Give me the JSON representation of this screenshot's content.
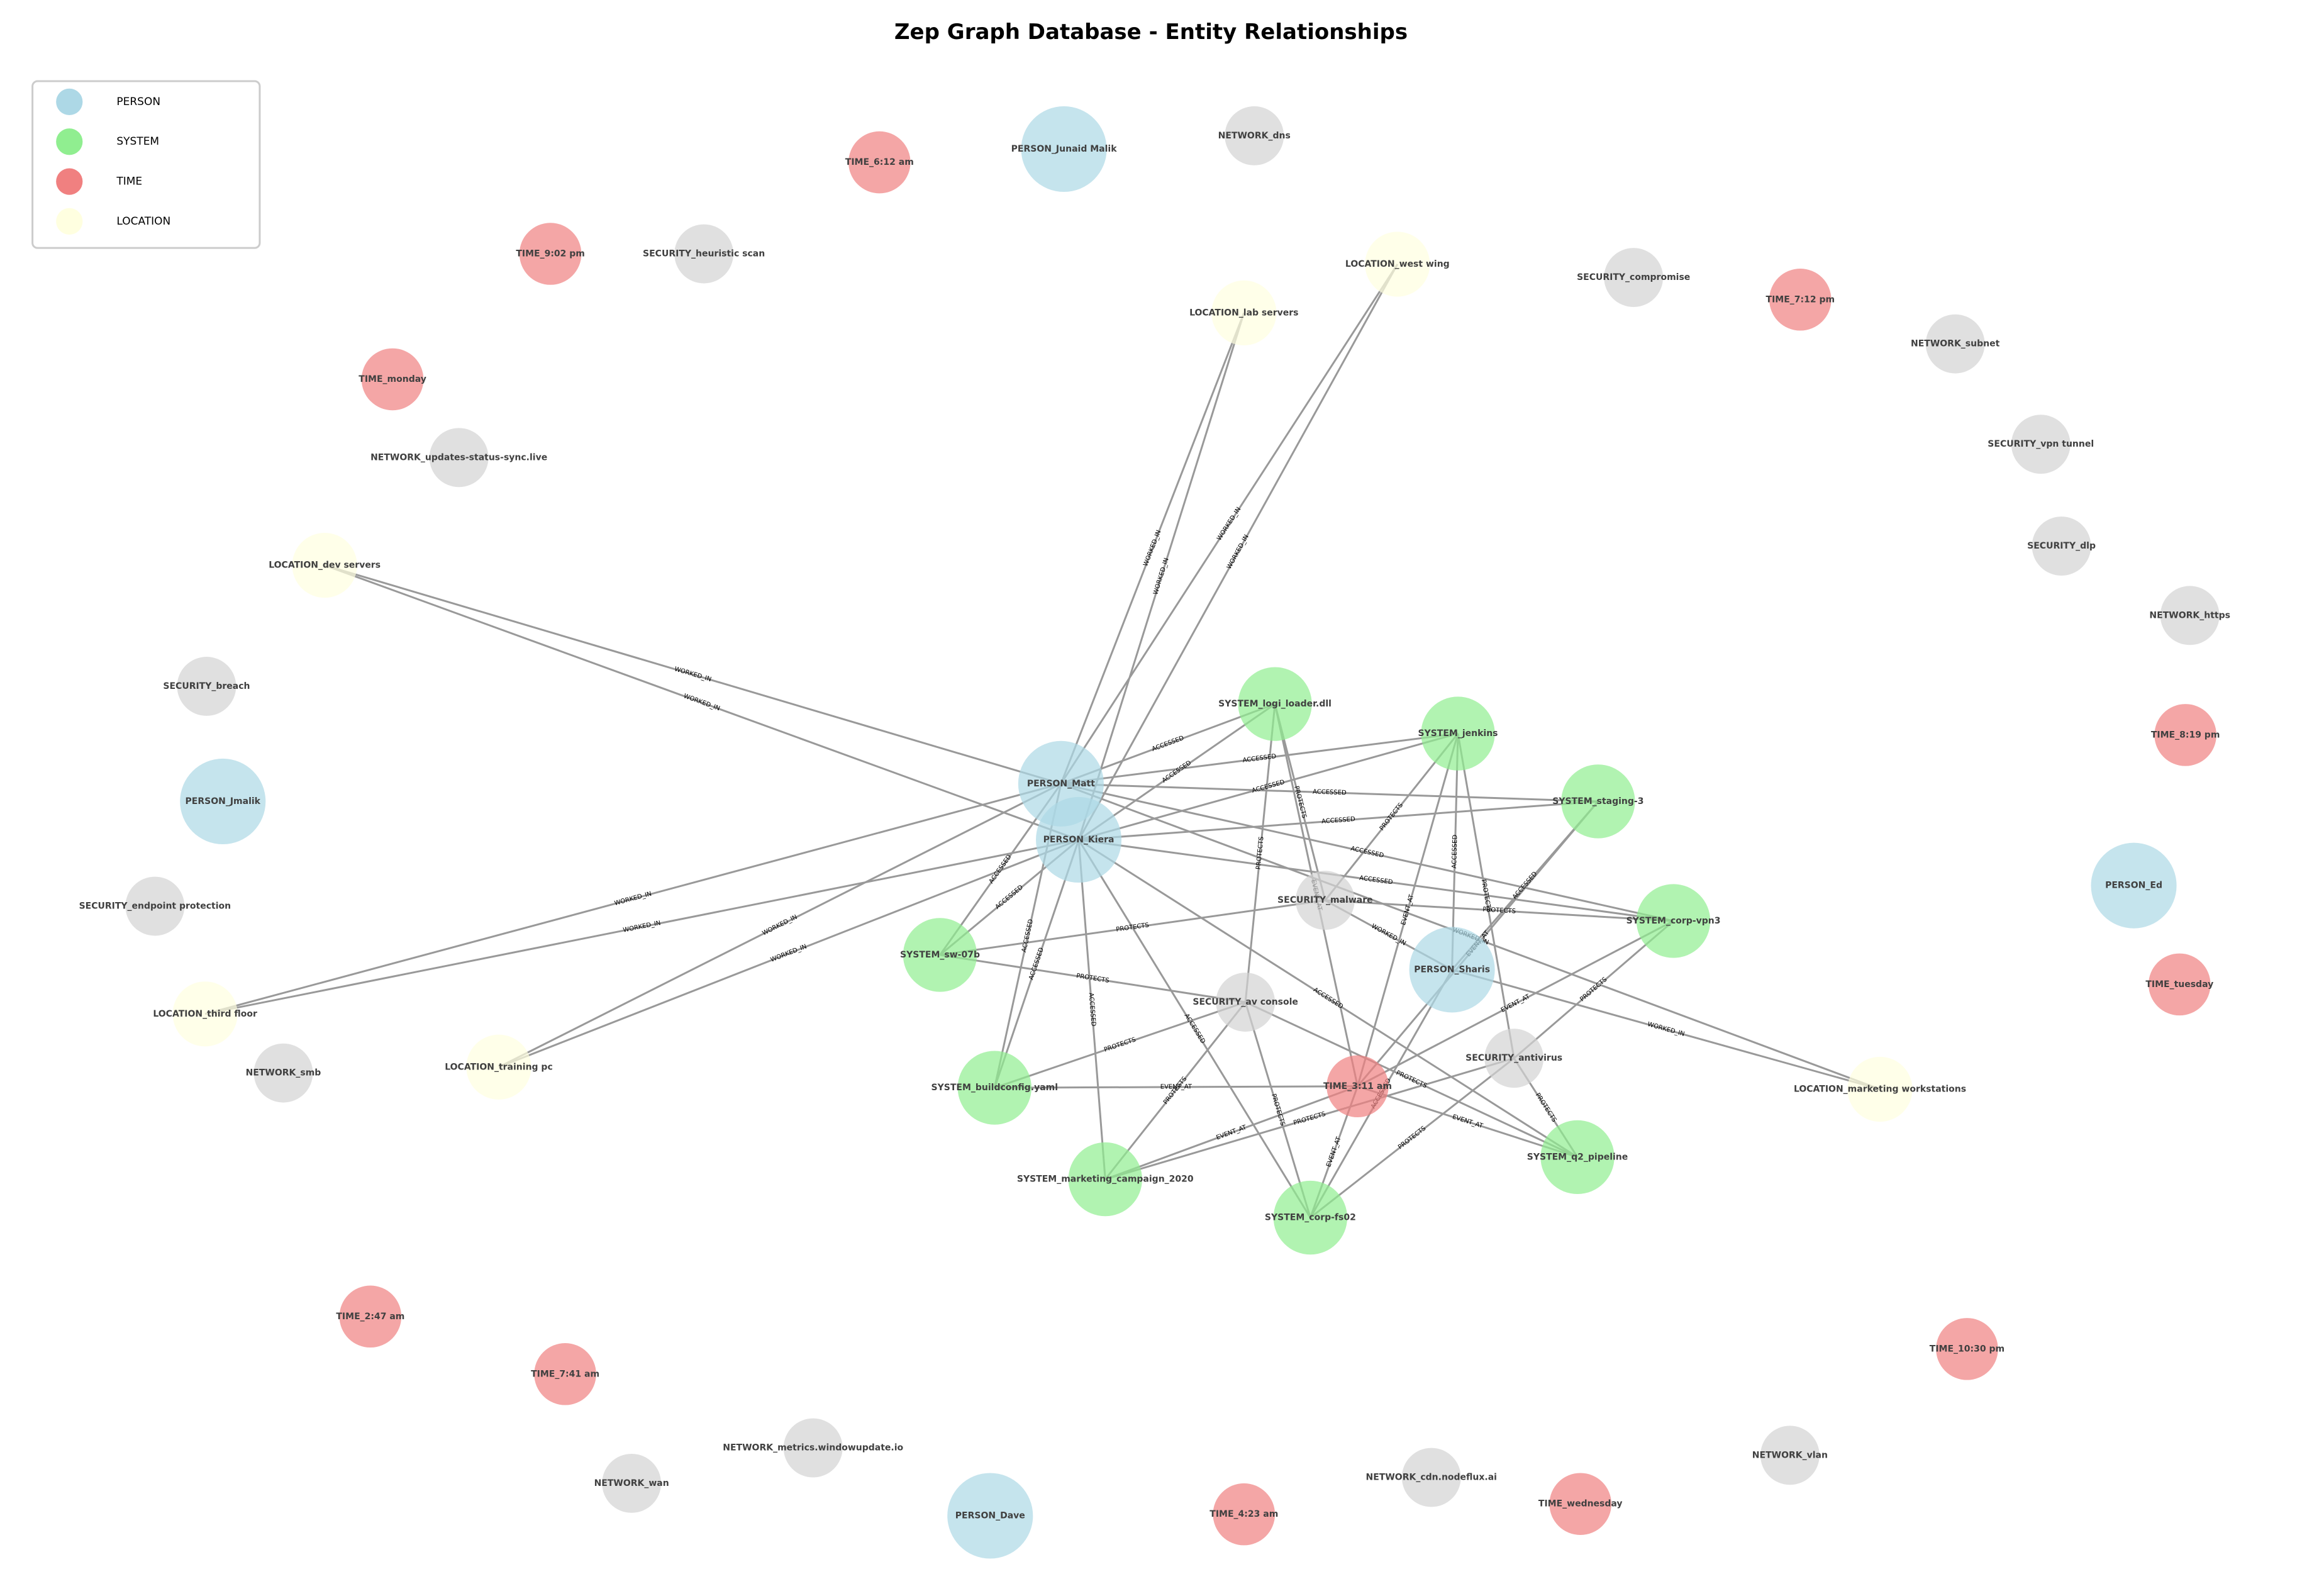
{
  "title": "Zep Graph Database - Entity Relationships",
  "legend": {
    "placement": "top-left",
    "items": [
      {
        "label": "PERSON",
        "color": "#add8e6"
      },
      {
        "label": "SYSTEM",
        "color": "#90ee90"
      },
      {
        "label": "TIME",
        "color": "#f08080"
      },
      {
        "label": "LOCATION",
        "color": "#ffffe0"
      }
    ]
  },
  "colors": {
    "PERSON": "#add8e6",
    "SYSTEM": "#90ee90",
    "TIME": "#f08080",
    "LOCATION": "#ffffe0",
    "OTHER": "#d3d3d3",
    "edge": "#999999"
  },
  "nodes": [
    {
      "id": "PERSON_Junaid Malik",
      "type": "PERSON"
    },
    {
      "id": "NETWORK_dns",
      "type": "OTHER"
    },
    {
      "id": "TIME_6:12 am",
      "type": "TIME"
    },
    {
      "id": "TIME_9:02 pm",
      "type": "TIME"
    },
    {
      "id": "SECURITY_heuristic scan",
      "type": "OTHER"
    },
    {
      "id": "LOCATION_west wing",
      "type": "LOCATION"
    },
    {
      "id": "LOCATION_lab servers",
      "type": "LOCATION"
    },
    {
      "id": "SECURITY_compromise",
      "type": "OTHER"
    },
    {
      "id": "TIME_7:12 pm",
      "type": "TIME"
    },
    {
      "id": "NETWORK_subnet",
      "type": "OTHER"
    },
    {
      "id": "TIME_monday",
      "type": "TIME"
    },
    {
      "id": "NETWORK_updates-status-sync.live",
      "type": "OTHER"
    },
    {
      "id": "SECURITY_vpn tunnel",
      "type": "OTHER"
    },
    {
      "id": "SECURITY_dlp",
      "type": "OTHER"
    },
    {
      "id": "LOCATION_dev servers",
      "type": "LOCATION"
    },
    {
      "id": "NETWORK_https",
      "type": "OTHER"
    },
    {
      "id": "SECURITY_breach",
      "type": "OTHER"
    },
    {
      "id": "TIME_8:19 pm",
      "type": "TIME"
    },
    {
      "id": "PERSON_Jmalik",
      "type": "PERSON"
    },
    {
      "id": "SECURITY_endpoint protection",
      "type": "OTHER"
    },
    {
      "id": "PERSON_Ed",
      "type": "PERSON"
    },
    {
      "id": "TIME_tuesday",
      "type": "TIME"
    },
    {
      "id": "LOCATION_third floor",
      "type": "LOCATION"
    },
    {
      "id": "NETWORK_smb",
      "type": "OTHER"
    },
    {
      "id": "LOCATION_training pc",
      "type": "LOCATION"
    },
    {
      "id": "LOCATION_marketing workstations",
      "type": "LOCATION"
    },
    {
      "id": "PERSON_Matt",
      "type": "PERSON"
    },
    {
      "id": "PERSON_Kiera",
      "type": "PERSON"
    },
    {
      "id": "PERSON_Sharis",
      "type": "PERSON"
    },
    {
      "id": "SYSTEM_logi_loader.dll",
      "type": "SYSTEM"
    },
    {
      "id": "SYSTEM_jenkins",
      "type": "SYSTEM"
    },
    {
      "id": "SYSTEM_staging-3",
      "type": "SYSTEM"
    },
    {
      "id": "SYSTEM_corp-vpn3",
      "type": "SYSTEM"
    },
    {
      "id": "SYSTEM_sw-07b",
      "type": "SYSTEM"
    },
    {
      "id": "SYSTEM_buildconfig.yaml",
      "type": "SYSTEM"
    },
    {
      "id": "SYSTEM_marketing_campaign_2020",
      "type": "SYSTEM"
    },
    {
      "id": "SYSTEM_corp-fs02",
      "type": "SYSTEM"
    },
    {
      "id": "SYSTEM_q2_pipeline",
      "type": "SYSTEM"
    },
    {
      "id": "SECURITY_malware",
      "type": "OTHER"
    },
    {
      "id": "SECURITY_av console",
      "type": "OTHER"
    },
    {
      "id": "SECURITY_antivirus",
      "type": "OTHER"
    },
    {
      "id": "TIME_3:11 am",
      "type": "TIME"
    },
    {
      "id": "TIME_2:47 am",
      "type": "TIME"
    },
    {
      "id": "TIME_7:41 am",
      "type": "TIME"
    },
    {
      "id": "TIME_10:30 pm",
      "type": "TIME"
    },
    {
      "id": "NETWORK_metrics.windowupdate.io",
      "type": "OTHER"
    },
    {
      "id": "NETWORK_wan",
      "type": "OTHER"
    },
    {
      "id": "PERSON_Dave",
      "type": "PERSON"
    },
    {
      "id": "TIME_4:23 am",
      "type": "TIME"
    },
    {
      "id": "NETWORK_cdn.nodeflux.ai",
      "type": "OTHER"
    },
    {
      "id": "TIME_wednesday",
      "type": "TIME"
    },
    {
      "id": "NETWORK_vlan",
      "type": "OTHER"
    }
  ],
  "edges": [
    {
      "source": "PERSON_Matt",
      "target": "LOCATION_dev servers",
      "label": "WORKED_IN"
    },
    {
      "source": "PERSON_Kiera",
      "target": "LOCATION_dev servers",
      "label": "WORKED_IN"
    },
    {
      "source": "PERSON_Matt",
      "target": "LOCATION_lab servers",
      "label": "WORKED_IN"
    },
    {
      "source": "PERSON_Kiera",
      "target": "LOCATION_lab servers",
      "label": "WORKED_IN"
    },
    {
      "source": "PERSON_Matt",
      "target": "LOCATION_west wing",
      "label": "WORKED_IN"
    },
    {
      "source": "PERSON_Kiera",
      "target": "LOCATION_west wing",
      "label": "WORKED_IN"
    },
    {
      "source": "PERSON_Matt",
      "target": "LOCATION_third floor",
      "label": "WORKED_IN"
    },
    {
      "source": "PERSON_Kiera",
      "target": "LOCATION_third floor",
      "label": "WORKED_IN"
    },
    {
      "source": "PERSON_Matt",
      "target": "LOCATION_training pc",
      "label": "WORKED_IN"
    },
    {
      "source": "PERSON_Kiera",
      "target": "LOCATION_training pc",
      "label": "WORKED_IN"
    },
    {
      "source": "PERSON_Sharis",
      "target": "LOCATION_marketing workstations",
      "label": "WORKED_IN"
    },
    {
      "source": "PERSON_Matt",
      "target": "LOCATION_marketing workstations",
      "label": "WORKED_IN"
    },
    {
      "source": "PERSON_Matt",
      "target": "SYSTEM_logi_loader.dll",
      "label": "ACCESSED"
    },
    {
      "source": "PERSON_Kiera",
      "target": "SYSTEM_logi_loader.dll",
      "label": "ACCESSED"
    },
    {
      "source": "PERSON_Matt",
      "target": "SYSTEM_jenkins",
      "label": "ACCESSED"
    },
    {
      "source": "PERSON_Kiera",
      "target": "SYSTEM_jenkins",
      "label": "ACCESSED"
    },
    {
      "source": "PERSON_Matt",
      "target": "SYSTEM_staging-3",
      "label": "ACCESSED"
    },
    {
      "source": "PERSON_Kiera",
      "target": "SYSTEM_staging-3",
      "label": "ACCESSED"
    },
    {
      "source": "PERSON_Matt",
      "target": "SYSTEM_corp-vpn3",
      "label": "ACCESSED"
    },
    {
      "source": "PERSON_Kiera",
      "target": "SYSTEM_corp-vpn3",
      "label": "ACCESSED"
    },
    {
      "source": "PERSON_Matt",
      "target": "SYSTEM_sw-07b",
      "label": "ACCESSED"
    },
    {
      "source": "PERSON_Kiera",
      "target": "SYSTEM_sw-07b",
      "label": "ACCESSED"
    },
    {
      "source": "PERSON_Matt",
      "target": "SYSTEM_buildconfig.yaml",
      "label": "ACCESSED"
    },
    {
      "source": "PERSON_Kiera",
      "target": "SYSTEM_buildconfig.yaml",
      "label": "ACCESSED"
    },
    {
      "source": "PERSON_Kiera",
      "target": "SYSTEM_marketing_campaign_2020",
      "label": "ACCESSED"
    },
    {
      "source": "PERSON_Kiera",
      "target": "SYSTEM_corp-fs02",
      "label": "ACCESSED"
    },
    {
      "source": "PERSON_Kiera",
      "target": "SYSTEM_q2_pipeline",
      "label": "ACCESSED"
    },
    {
      "source": "PERSON_Sharis",
      "target": "SYSTEM_corp-fs02",
      "label": "ACCESSED"
    },
    {
      "source": "PERSON_Sharis",
      "target": "SYSTEM_jenkins",
      "label": "ACCESSED"
    },
    {
      "source": "PERSON_Sharis",
      "target": "SYSTEM_staging-3",
      "label": "ACCESSED"
    },
    {
      "source": "SECURITY_malware",
      "target": "SYSTEM_logi_loader.dll",
      "label": "PROTECTS"
    },
    {
      "source": "SECURITY_malware",
      "target": "SYSTEM_jenkins",
      "label": "PROTECTS"
    },
    {
      "source": "SECURITY_malware",
      "target": "SYSTEM_corp-vpn3",
      "label": "PROTECTS"
    },
    {
      "source": "SECURITY_malware",
      "target": "SYSTEM_sw-07b",
      "label": "PROTECTS"
    },
    {
      "source": "SECURITY_av console",
      "target": "SYSTEM_sw-07b",
      "label": "PROTECTS"
    },
    {
      "source": "SECURITY_av console",
      "target": "SYSTEM_buildconfig.yaml",
      "label": "PROTECTS"
    },
    {
      "source": "SECURITY_av console",
      "target": "SYSTEM_marketing_campaign_2020",
      "label": "PROTECTS"
    },
    {
      "source": "SECURITY_av console",
      "target": "SYSTEM_corp-fs02",
      "label": "PROTECTS"
    },
    {
      "source": "SECURITY_av console",
      "target": "SYSTEM_q2_pipeline",
      "label": "PROTECTS"
    },
    {
      "source": "SECURITY_av console",
      "target": "SYSTEM_logi_loader.dll",
      "label": "PROTECTS"
    },
    {
      "source": "SECURITY_antivirus",
      "target": "SYSTEM_q2_pipeline",
      "label": "PROTECTS"
    },
    {
      "source": "SECURITY_antivirus",
      "target": "SYSTEM_corp-fs02",
      "label": "PROTECTS"
    },
    {
      "source": "SECURITY_antivirus",
      "target": "SYSTEM_jenkins",
      "label": "PROTECTS"
    },
    {
      "source": "SECURITY_antivirus",
      "target": "SYSTEM_marketing_campaign_2020",
      "label": "PROTECTS"
    },
    {
      "source": "SECURITY_antivirus",
      "target": "SYSTEM_corp-vpn3",
      "label": "PROTECTS"
    },
    {
      "source": "TIME_3:11 am",
      "target": "SYSTEM_buildconfig.yaml",
      "label": "EVENT_AT"
    },
    {
      "source": "TIME_3:11 am",
      "target": "SYSTEM_marketing_campaign_2020",
      "label": "EVENT_AT"
    },
    {
      "source": "TIME_3:11 am",
      "target": "SYSTEM_corp-fs02",
      "label": "EVENT_AT"
    },
    {
      "source": "TIME_3:11 am",
      "target": "SYSTEM_staging-3",
      "label": "EVENT_AT"
    },
    {
      "source": "TIME_3:11 am",
      "target": "SYSTEM_corp-vpn3",
      "label": "EVENT_AT"
    },
    {
      "source": "TIME_3:11 am",
      "target": "SYSTEM_q2_pipeline",
      "label": "EVENT_AT"
    },
    {
      "source": "TIME_3:11 am",
      "target": "SYSTEM_logi_loader.dll",
      "label": "EVENT_AT"
    },
    {
      "source": "TIME_3:11 am",
      "target": "SYSTEM_jenkins",
      "label": "EVENT_AT"
    },
    {
      "source": "PERSON_Sharis",
      "target": "SECURITY_malware",
      "label": "WORKED_IN"
    }
  ]
}
